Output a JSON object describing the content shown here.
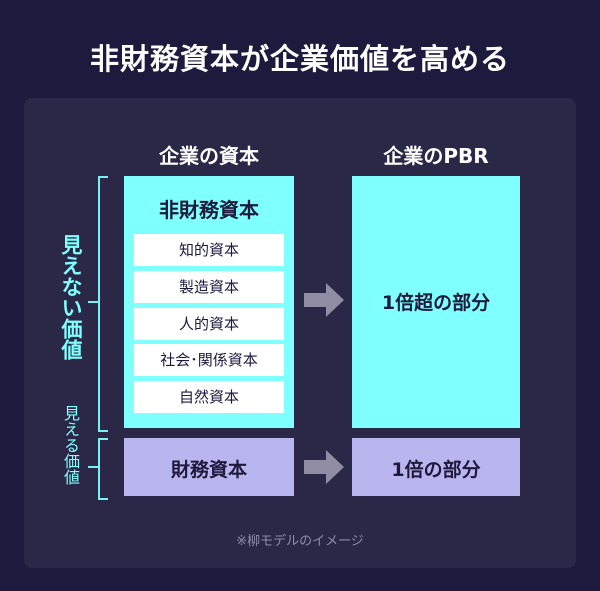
{
  "title": "非財務資本が企業価値を高める",
  "columns": {
    "left_heading": "企業の資本",
    "right_heading": "企業のPBR"
  },
  "left": {
    "nonfinancial_heading": "非財務資本",
    "items": [
      "知的資本",
      "製造資本",
      "人的資本",
      "社会･関係資本",
      "自然資本"
    ],
    "financial_label": "財務資本"
  },
  "right": {
    "upper_label": "1倍超の部分",
    "lower_label": "1倍の部分"
  },
  "side_labels": {
    "invisible": "見えない価値",
    "visible": "見える価値"
  },
  "note": "※柳モデルのイメージ",
  "colors": {
    "background": "#1d1a3d",
    "panel": "#2b2747",
    "cyan": "#80ffff",
    "lavender": "#b9b5ef",
    "arrow": "#8f8ca4"
  }
}
